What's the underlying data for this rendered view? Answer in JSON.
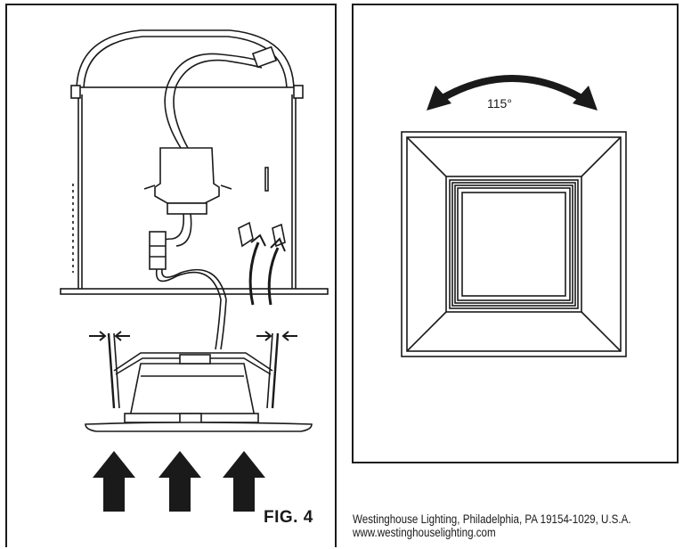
{
  "figure": {
    "label": "FIG. 4"
  },
  "rotation": {
    "angle_label": "115°"
  },
  "footer": {
    "line1": "Westinghouse Lighting, Philadelphia, PA 19154-1029, U.S.A.",
    "line2": "www.westinghouselighting.com"
  },
  "colors": {
    "ink": "#1a1a1a",
    "trim": "#ffffff"
  }
}
